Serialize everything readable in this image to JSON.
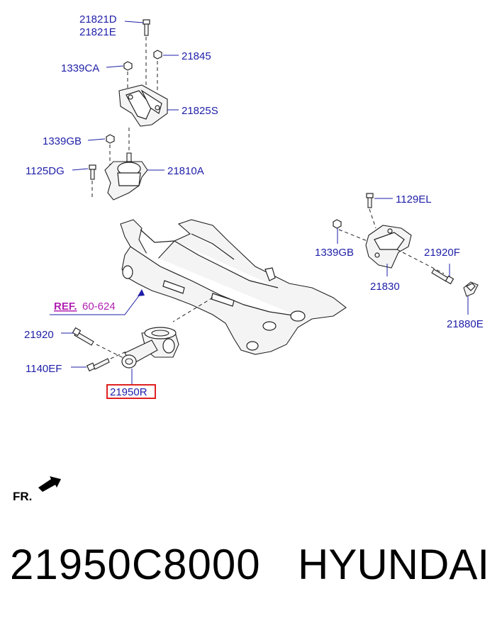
{
  "labels": {
    "p21821d": "21821D",
    "p21821e": "21821E",
    "p21845": "21845",
    "p1339ca": "1339CA",
    "p21825s": "21825S",
    "p1339gb_top": "1339GB",
    "p1125dg": "1125DG",
    "p21810a": "21810A",
    "p1129el": "1129EL",
    "p1339gb_right": "1339GB",
    "p21920f": "21920F",
    "p21830": "21830",
    "p21880e": "21880E",
    "ref_prefix": "REF.",
    "ref_number": "60-624",
    "p21920": "21920",
    "p1140ef": "1140EF",
    "p21950r": "21950R",
    "front": "FR."
  },
  "colors": {
    "label": "#1e1ea8",
    "reference": "#b020b0",
    "highlight_box": "#e02020"
  },
  "highlighted_part": "21950R",
  "caption": {
    "part_number": "21950C8000",
    "brand": "HYUNDAI"
  }
}
